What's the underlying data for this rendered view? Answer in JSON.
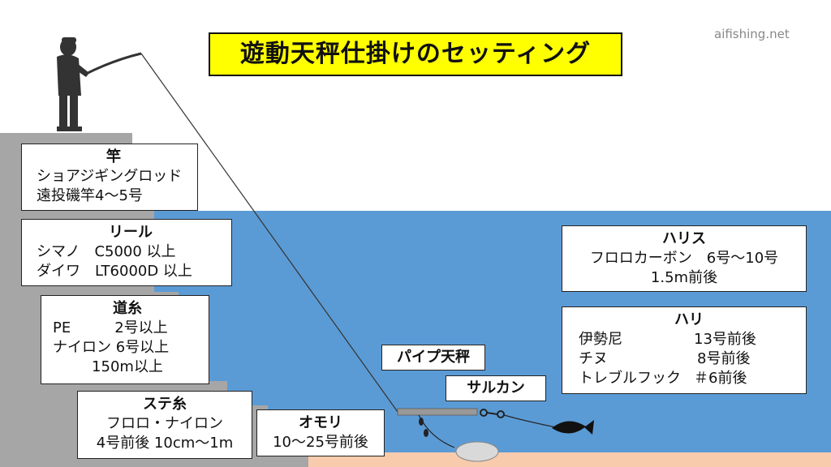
{
  "title": "遊動天秤仕掛けのセッティング",
  "site": "aifishing.net",
  "rod": {
    "header": "竿",
    "line1": "ショアジギングロッド",
    "line2": "遠投磯竿4～5号"
  },
  "reel": {
    "header": "リール",
    "line1": "シマノ　C5000 以上",
    "line2": "ダイワ　LT6000D 以上"
  },
  "mainline": {
    "header": "道糸",
    "line1": "PE　　　2号以上",
    "line2": "ナイロン 6号以上",
    "line3": "150m以上"
  },
  "suteito": {
    "header": "ステ糸",
    "line1": "フロロ・ナイロン",
    "line2": "4号前後 10cm～1m"
  },
  "sinker": {
    "header": "オモリ",
    "line1": "10～25号前後"
  },
  "pipe": {
    "label": "パイプ天秤"
  },
  "swivel": {
    "label": "サルカン"
  },
  "leader": {
    "header": "ハリス",
    "line1": "フロロカーボン　6号～10号",
    "line2": "1.5m前後"
  },
  "hook": {
    "header": "ハリ",
    "rows": [
      {
        "name": "伊勢尼",
        "size": "13号前後"
      },
      {
        "name": "チヌ",
        "size": "8号前後"
      },
      {
        "name": "トレブルフック",
        "size": "＃6前後"
      }
    ]
  },
  "colors": {
    "water": "#5b9bd5",
    "seabed": "#f8cbad",
    "pier": "#a6a6a6",
    "title_bg": "#ffff00"
  }
}
